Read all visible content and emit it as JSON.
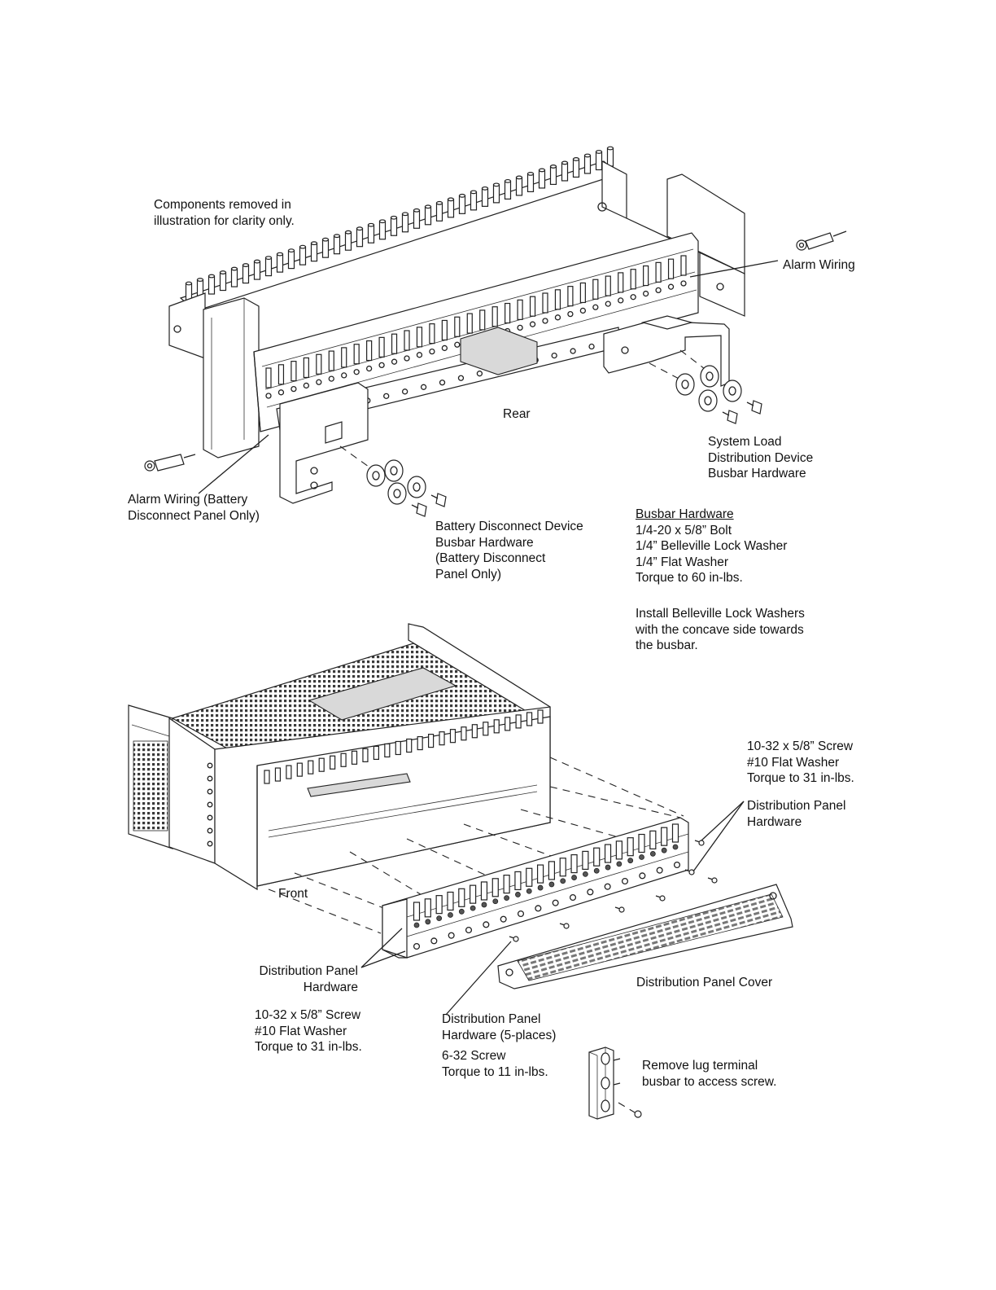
{
  "labels": {
    "components_note": [
      "Components removed in",
      "illustration for clarity only."
    ],
    "alarm_wiring": [
      "Alarm Wiring"
    ],
    "rear": [
      "Rear"
    ],
    "system_load": [
      "System Load",
      "Distribution Device",
      "Busbar Hardware"
    ],
    "alarm_wiring_battery": [
      "Alarm Wiring (Battery",
      "Disconnect Panel Only)"
    ],
    "battery_disconnect": [
      "Battery Disconnect Device",
      "Busbar Hardware",
      "(Battery Disconnect",
      "Panel Only)"
    ],
    "busbar_hardware_title": "Busbar Hardware",
    "busbar_hardware_specs": [
      "1/4-20 x 5/8” Bolt",
      "1/4” Belleville Lock Washer",
      "1/4” Flat Washer",
      "Torque to 60 in-lbs."
    ],
    "belleville_note": [
      "Install Belleville Lock Washers",
      "with the concave side towards",
      "the busbar."
    ],
    "screw_spec_right": [
      "10-32 x 5/8” Screw",
      "#10 Flat Washer",
      "Torque to 31 in-lbs."
    ],
    "dist_panel_hw_right": [
      "Distribution Panel",
      "Hardware"
    ],
    "front": [
      "Front"
    ],
    "dist_panel_hw_left": [
      "Distribution Panel",
      "Hardware"
    ],
    "screw_spec_left": [
      "10-32 x 5/8” Screw",
      "#10 Flat Washer",
      "Torque to 31 in-lbs."
    ],
    "dist_panel_hw_5": [
      "Distribution Panel",
      "Hardware (5-places)"
    ],
    "screw_632": [
      "6-32 Screw",
      "Torque to 11 in-lbs."
    ],
    "dist_panel_cover": [
      "Distribution Panel Cover"
    ],
    "remove_lug": [
      "Remove lug terminal",
      "busbar to access screw."
    ]
  }
}
